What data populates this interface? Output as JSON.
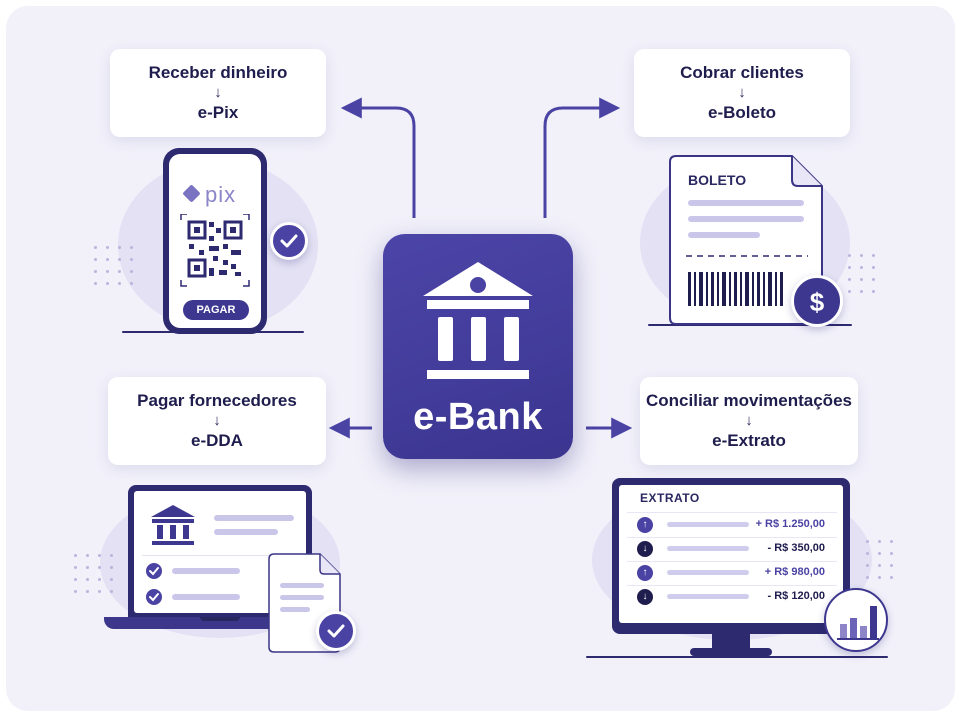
{
  "center": {
    "name": "e-Bank",
    "icon": "bank-icon"
  },
  "nodes": {
    "receber": {
      "line1": "Receber dinheiro",
      "arrow": "↓",
      "line2": "e-Pix"
    },
    "cobrar": {
      "line1": "Cobrar clientes",
      "arrow": "↓",
      "line2": "e-Boleto"
    },
    "pagar": {
      "line1": "Pagar fornecedores",
      "arrow": "↓",
      "line2": "e-DDA"
    },
    "conciliar": {
      "line1": "Conciliar movimentações",
      "arrow": "↓",
      "line2": "e-Extrato"
    }
  },
  "pix_phone": {
    "logo": "pix",
    "button": "PAGAR"
  },
  "boleto": {
    "title": "BOLETO",
    "currency_symbol": "$"
  },
  "extrato": {
    "title": "EXTRATO",
    "rows": [
      {
        "direction": "in",
        "amount": "+ R$ 1.250,00"
      },
      {
        "direction": "out",
        "amount": "- R$ 350,00"
      },
      {
        "direction": "in",
        "amount": "+ R$ 980,00"
      },
      {
        "direction": "out",
        "amount": "- R$ 120,00"
      }
    ]
  },
  "colors": {
    "primary": "#3d378f",
    "dark": "#2e2a70",
    "background": "#f2f1fa",
    "accent_light": "#c9c6ea"
  }
}
